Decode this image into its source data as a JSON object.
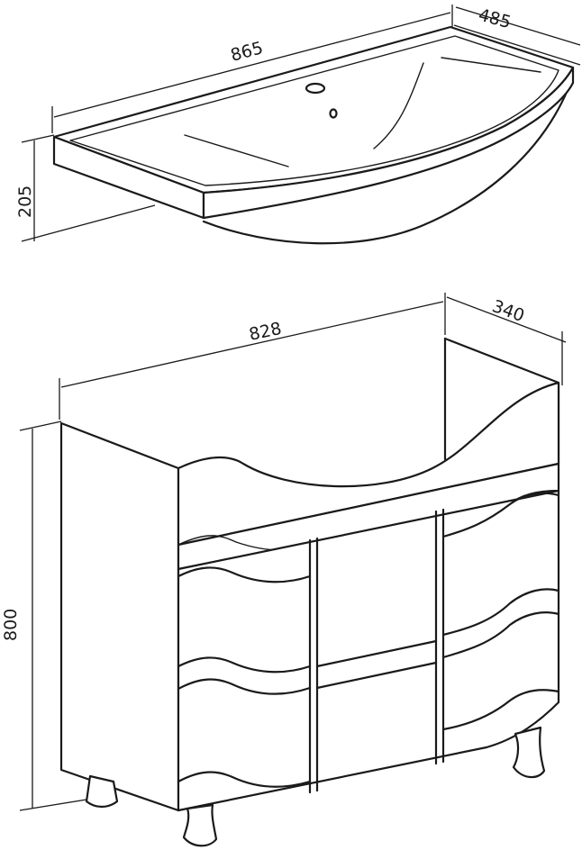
{
  "figure": {
    "sink": {
      "width_label": "865",
      "depth_label": "485",
      "height_label": "205"
    },
    "cabinet": {
      "width_label": "828",
      "depth_label": "340",
      "height_label": "800"
    }
  },
  "colors": {
    "stroke": "#1a1a1a",
    "background": "#ffffff"
  }
}
